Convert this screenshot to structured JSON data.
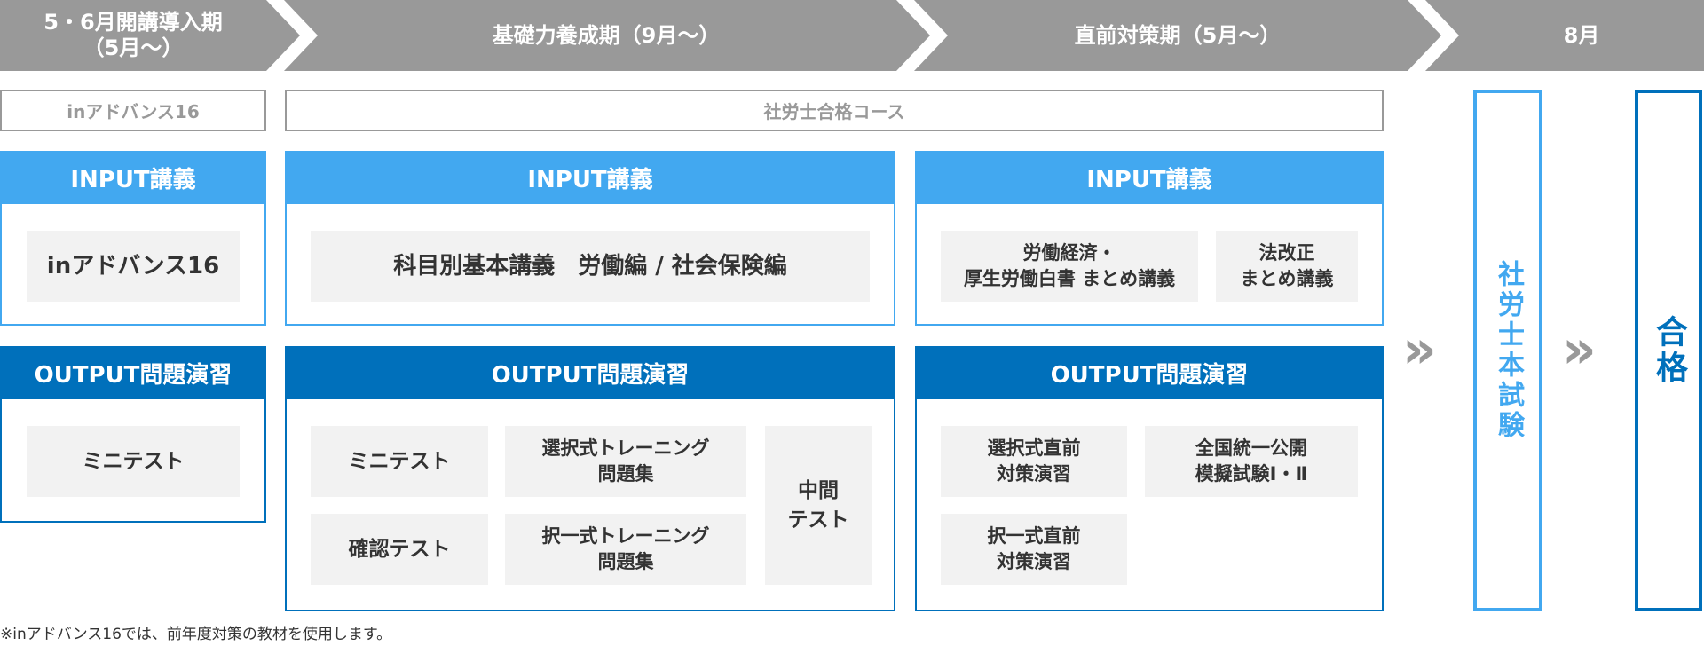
{
  "header": {
    "phases": [
      "5・6月開講導入期\n（5月～）",
      "基礎力養成期（9月～）",
      "直前対策期（5月～）",
      "8月"
    ]
  },
  "courses": [
    "inアドバンス16",
    "社労士合格コース"
  ],
  "input": {
    "title": "INPUT講義",
    "col1": [
      "inアドバンス16"
    ],
    "col2": [
      "科目別基本講義　労働編 / 社会保険編"
    ],
    "col3": [
      "労働経済・\n厚生労働白書 まとめ講義",
      "法改正\nまとめ講義"
    ]
  },
  "output": {
    "title": "OUTPUT問題演習",
    "col1": [
      "ミニテスト"
    ],
    "col2": [
      "ミニテスト",
      "選択式トレーニング\n問題集",
      "確認テスト",
      "択一式トレーニング\n問題集",
      "中間\nテスト"
    ],
    "col3": [
      "選択式直前\n対策演習",
      "全国統一公開\n模擬試験Ⅰ・Ⅱ",
      "択一式直前\n対策演習"
    ]
  },
  "exam": "社労士本試験",
  "pass": "合格",
  "arrow": "»",
  "footnote": "※inアドバンス16では、前年度対策の教材を使用します。",
  "colors": {
    "header": "#999999",
    "input": "#42a8f0",
    "output": "#0070bb",
    "item": "#f2f2f2"
  }
}
